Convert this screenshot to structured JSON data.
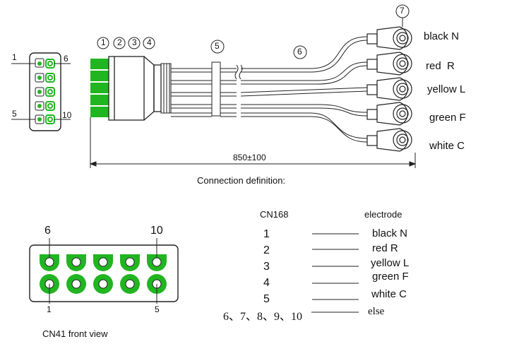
{
  "top_caption": "Connection definition:",
  "pinout_small": {
    "pin_1": "1",
    "pin_6": "6",
    "pin_5": "5",
    "pin_10": "10"
  },
  "part_numbers": [
    "1",
    "2",
    "3",
    "4",
    "5",
    "6",
    "7"
  ],
  "electrodes_top": [
    "black N",
    "red  R",
    "yellow L",
    "green F",
    "white C"
  ],
  "dimension": "850±100",
  "table": {
    "col1_header": "CN168",
    "col2_header": "electrode",
    "rows": [
      {
        "pin": "1",
        "electrode": "black N"
      },
      {
        "pin": "2",
        "electrode": "red R"
      },
      {
        "pin": "3",
        "electrode": "yellow L"
      },
      {
        "pin": "4",
        "electrode": "green F"
      },
      {
        "pin": "5",
        "electrode": "white C"
      }
    ],
    "else_pins": "6、7、8、9、10",
    "else_label": "else"
  },
  "front_view": {
    "pin_6": "6",
    "pin_10": "10",
    "pin_1": "1",
    "pin_5": "5",
    "caption": "CN41 front view"
  },
  "colors": {
    "green": "#21b521",
    "line": "#222222"
  }
}
